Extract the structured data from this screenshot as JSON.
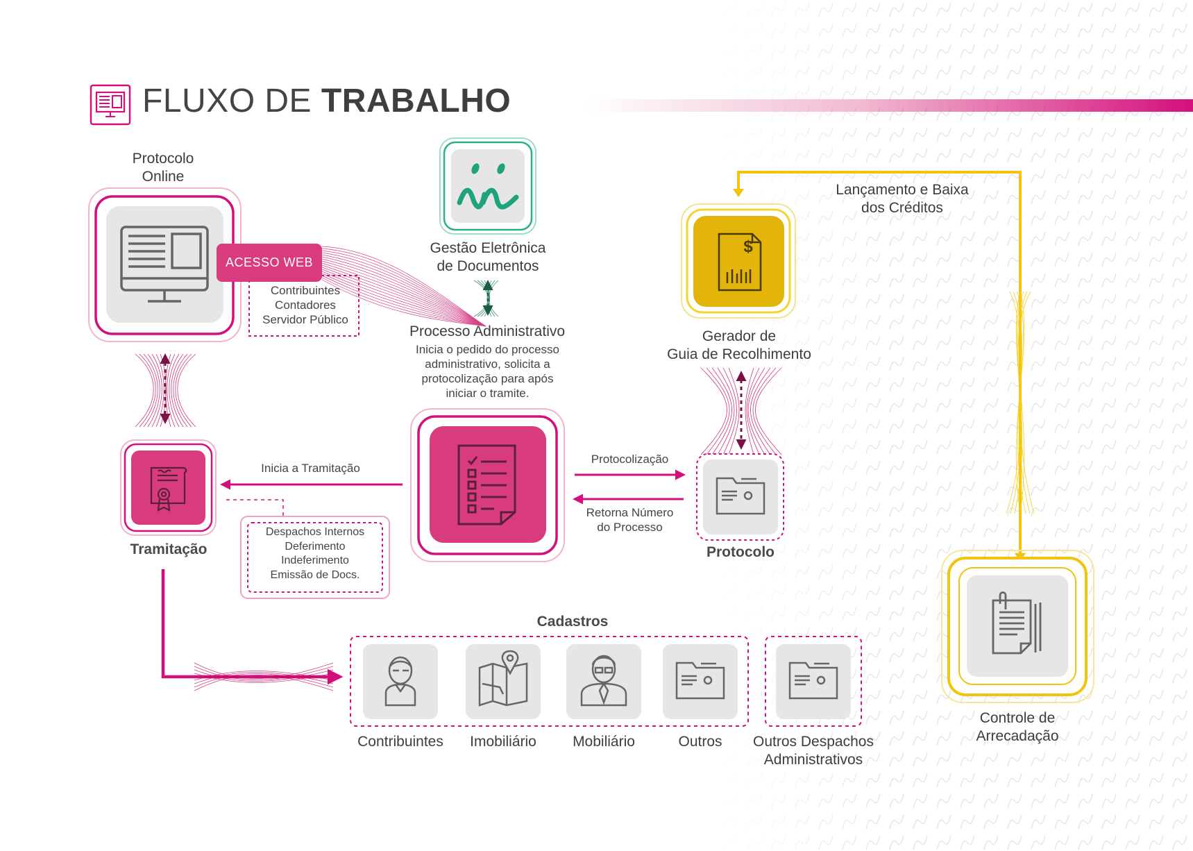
{
  "header": {
    "title_part1": "FLUXO DE ",
    "title_part2": "TRABALHO",
    "icon": "monitor-document-icon"
  },
  "colors": {
    "magenta": "#d93c7e",
    "magenta_dark": "#c4005f",
    "gold": "#e3b40a",
    "gold_line": "#f2cd1a",
    "teal": "#2bb08a",
    "gray_tile": "#e6e6e6",
    "icon_gray": "#666666"
  },
  "nodes": {
    "protocolo_online": {
      "label_line1": "Protocolo",
      "label_line2": "Online",
      "icon": "monitor-icon"
    },
    "acesso_web": {
      "badge": "ACESSO WEB",
      "users": [
        "Contribuintes",
        "Contadores",
        "Servidor Público"
      ]
    },
    "ged": {
      "label_line1": "Gestão Eletrônica",
      "label_line2": "de Documentos",
      "icon": "ged-logo-icon"
    },
    "processo": {
      "title": "Processo Administrativo",
      "desc": [
        "Inicia o pedido do processo",
        "administrativo, solicita a",
        "protocolização para após",
        "iniciar o tramite."
      ],
      "icon": "checklist-icon"
    },
    "gerador": {
      "label_line1": "Gerador de",
      "label_line2": "Guia de Recolhimento",
      "icon": "invoice-icon"
    },
    "protocolo": {
      "label": "Protocolo",
      "icon": "folder-icon"
    },
    "tramitacao": {
      "label": "Tramitação",
      "icon": "certificate-icon"
    },
    "despachos": {
      "items": [
        "Despachos Internos",
        "Deferimento",
        "Indeferimento",
        "Emissão de Docs."
      ]
    },
    "controle": {
      "label_line1": "Controle de",
      "label_line2": "Arrecadação",
      "icon": "documents-icon"
    }
  },
  "flows": {
    "lancamento": {
      "line1": "Lançamento e Baixa",
      "line2": "dos Créditos"
    },
    "protocolizacao": "Protocolização",
    "retorna": {
      "line1": "Retorna Número",
      "line2": "do Processo"
    },
    "inicia_tramitacao": "Inicia a Tramitação"
  },
  "cadastros": {
    "title": "Cadastros",
    "items": [
      {
        "label": "Contribuintes",
        "icon": "person-icon"
      },
      {
        "label": "Imobiliário",
        "icon": "map-icon"
      },
      {
        "label": "Mobiliário",
        "icon": "businessman-icon"
      },
      {
        "label": "Outros",
        "icon": "folder-icon"
      }
    ],
    "extra": {
      "line1": "Outros Despachos",
      "line2": "Administrativos",
      "icon": "folder-icon"
    }
  }
}
